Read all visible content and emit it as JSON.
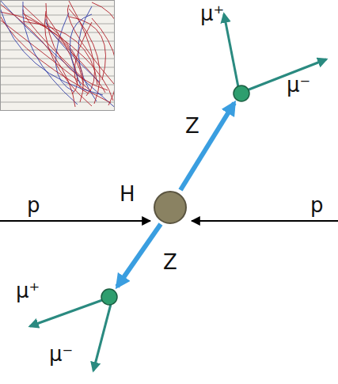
{
  "diagram": {
    "nodes": [
      {
        "text": [
          "H"
        ]
      }
    ],
    "labels": [
      "μ⁺",
      "μ⁻",
      "Z",
      "p",
      "p",
      "Z",
      "μ⁺",
      "μ⁻"
    ]
  }
}
